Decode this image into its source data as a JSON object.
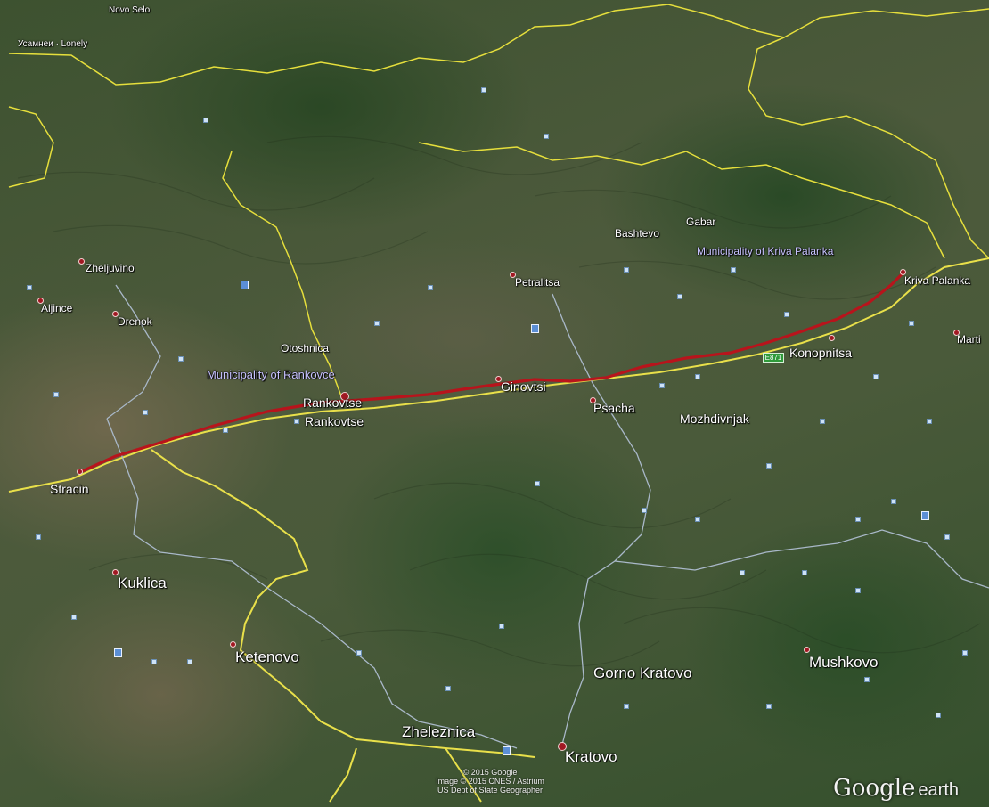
{
  "map": {
    "labels": {
      "novo_selo": "Novo Selo",
      "usamnei_lonely": "Усамнеи · Lonely",
      "zheljuvino": "Zheljuvino",
      "aljince": "Aljince",
      "drenok": "Drenok",
      "otoshnica": "Otoshnica",
      "rankovtse_upper": "Rankovtse",
      "rankovtse_lower": "Rankovtse",
      "stracin": "Stracin",
      "kuklica": "Kuklica",
      "ketenovo": "Ketenovo",
      "zheleznica": "Zheleznica",
      "kratovo": "Kratovo",
      "gorno_kratovo": "Gorno Kratovo",
      "mushkovo": "Mushkovo",
      "mozhdivnjak": "Mozhdivnjak",
      "psacha": "Psacha",
      "ginovtsi": "Ginovtsi",
      "petralitsa": "Petralitsa",
      "bashtevo": "Bashtevo",
      "gabar": "Gabar",
      "kriva_palanka": "Kriva Palanka",
      "konopnitsa": "Konopnitsa",
      "marti": "Marti"
    },
    "municipalities": {
      "rankovce": "Municipality of Rankovce",
      "kriva_palanka": "Municipality of Kriva Palanka"
    },
    "road_shield": "E871",
    "colors": {
      "route": "#b8141c",
      "road": "#e9e04a",
      "border": "#e6df3c",
      "rail": "#a9b8c9"
    }
  },
  "attribution": {
    "line1": "© 2015 Google",
    "line2": "Image © 2015 CNES / Astrium",
    "line3": "US Dept of State Geographer"
  },
  "logo": {
    "google": "Google",
    "earth": "earth"
  }
}
